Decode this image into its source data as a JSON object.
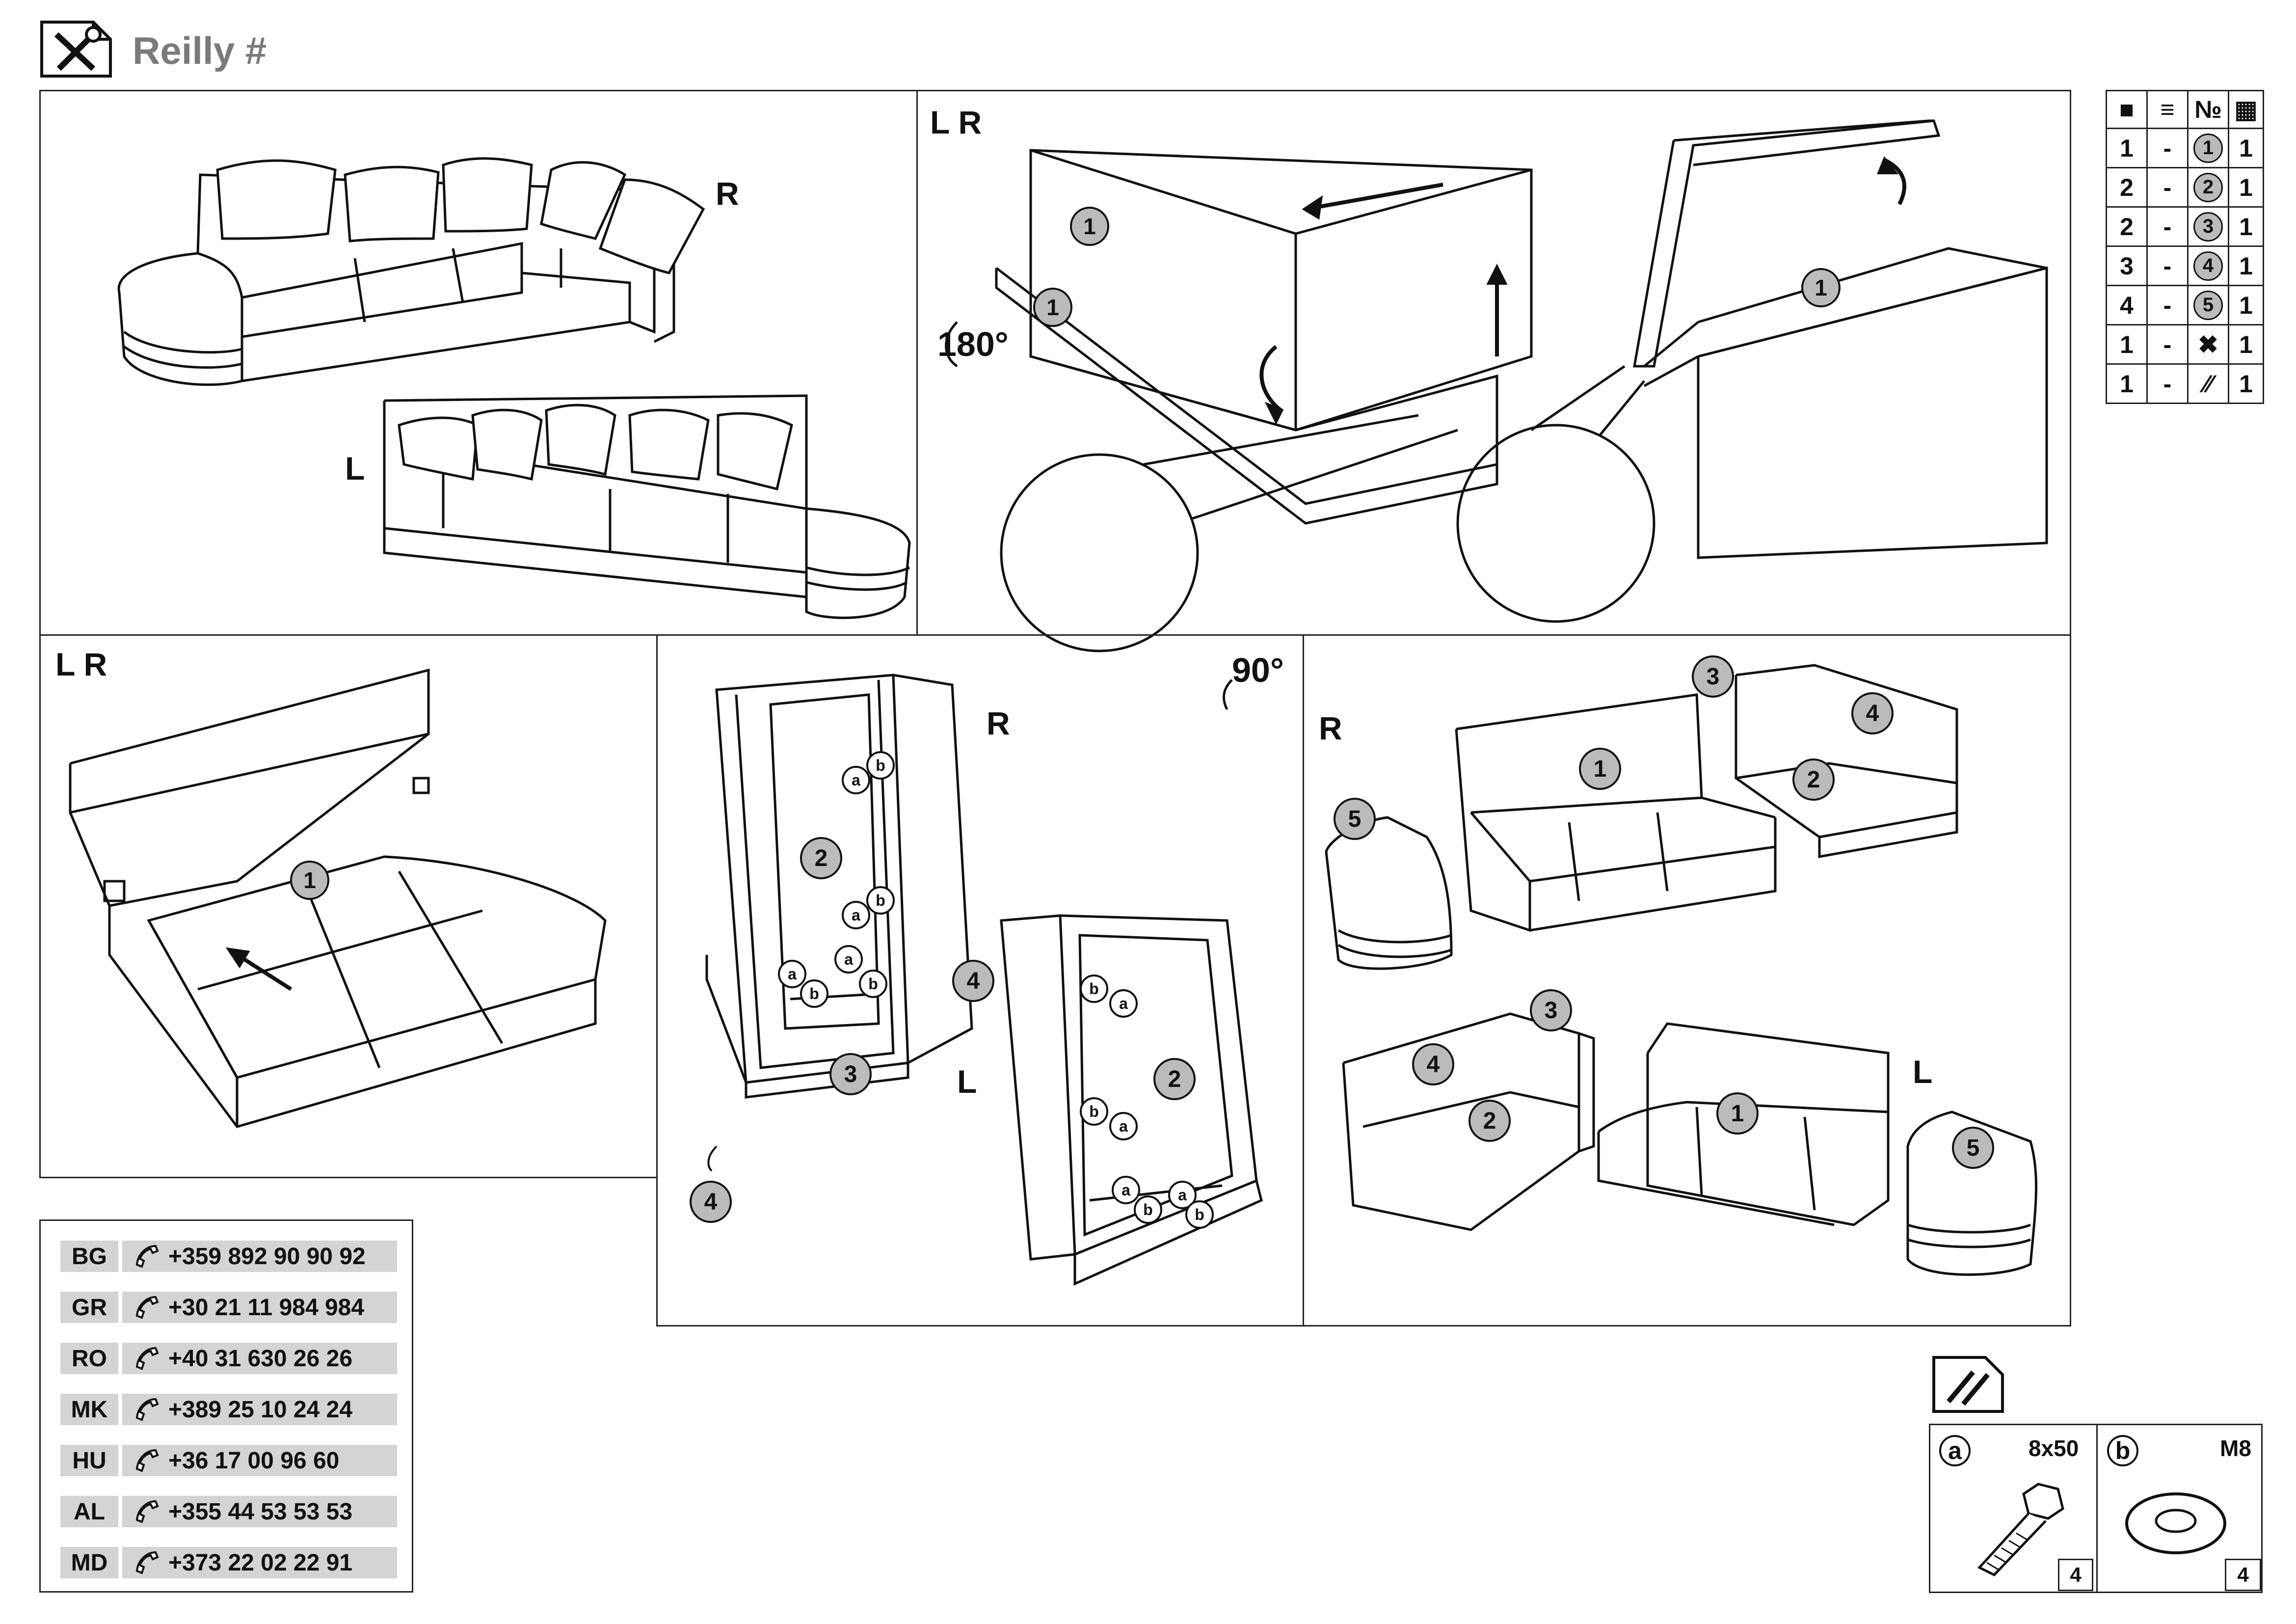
{
  "header": {
    "title": "Reilly #"
  },
  "panels": {
    "p1": {
      "label_r": "R",
      "label_l": "L"
    },
    "p2": {
      "label": "L R",
      "rotation": "180°",
      "callouts": [
        "1",
        "1",
        "1"
      ]
    },
    "p3": {
      "label": "L R",
      "callout": "1"
    },
    "p4": {
      "label_r": "R",
      "label_l": "L",
      "rotation": "90°",
      "callouts": [
        "2",
        "3",
        "4",
        "2",
        "4"
      ],
      "letters": [
        "a",
        "b",
        "a",
        "b",
        "a",
        "b",
        "a",
        "b",
        "b",
        "a",
        "b",
        "a",
        "a",
        "b",
        "a",
        "b"
      ]
    },
    "p5": {
      "label_r": "R",
      "label_l": "L",
      "callouts": [
        "1",
        "2",
        "3",
        "4",
        "5",
        "1",
        "2",
        "3",
        "4",
        "5"
      ]
    }
  },
  "parts_table": {
    "header_icons": [
      "box-icon",
      "layers-icon",
      "number-sign-icon",
      "grid-icon"
    ],
    "header_number": "№",
    "rows": [
      {
        "qty": "1",
        "dash": "-",
        "part": "1",
        "count": "1"
      },
      {
        "qty": "2",
        "dash": "-",
        "part": "2",
        "count": "1"
      },
      {
        "qty": "2",
        "dash": "-",
        "part": "3",
        "count": "1"
      },
      {
        "qty": "3",
        "dash": "-",
        "part": "4",
        "count": "1"
      },
      {
        "qty": "4",
        "dash": "-",
        "part": "5",
        "count": "1"
      },
      {
        "qty": "1",
        "dash": "-",
        "part": "tools-icon",
        "count": "1"
      },
      {
        "qty": "1",
        "dash": "-",
        "part": "hardware-icon",
        "count": "1"
      }
    ]
  },
  "contacts": [
    {
      "code": "BG",
      "phone": "+359 892 90 90 92"
    },
    {
      "code": "GR",
      "phone": "+30 21 11 984 984"
    },
    {
      "code": "RO",
      "phone": "+40 31 630 26 26"
    },
    {
      "code": "MK",
      "phone": "+389 25 10 24 24"
    },
    {
      "code": "HU",
      "phone": "+36 17 00 96 60"
    },
    {
      "code": "AL",
      "phone": "+355 44 53 53 53"
    },
    {
      "code": "MD",
      "phone": "+373 22 02 22 91"
    }
  ],
  "hardware": {
    "a": {
      "letter": "a",
      "size": "8x50",
      "qty": "4"
    },
    "b": {
      "letter": "b",
      "size": "M8",
      "qty": "4"
    }
  }
}
